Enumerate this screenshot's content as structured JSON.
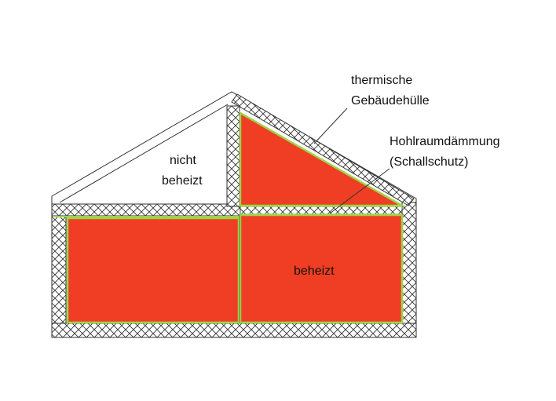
{
  "labels": {
    "envelope_line1": "thermische",
    "envelope_line2": "Gebäudehülle",
    "cavity_line1": "Hohlraumdämmung",
    "cavity_line2": "(Schallschutz)",
    "unheated_line1": "nicht",
    "unheated_line2": "beheizt",
    "heated": "beheizt"
  },
  "colors": {
    "heated_fill": "#ef3e23",
    "envelope_green": "#9ed44a",
    "outline": "#333333",
    "background": "#ffffff"
  }
}
